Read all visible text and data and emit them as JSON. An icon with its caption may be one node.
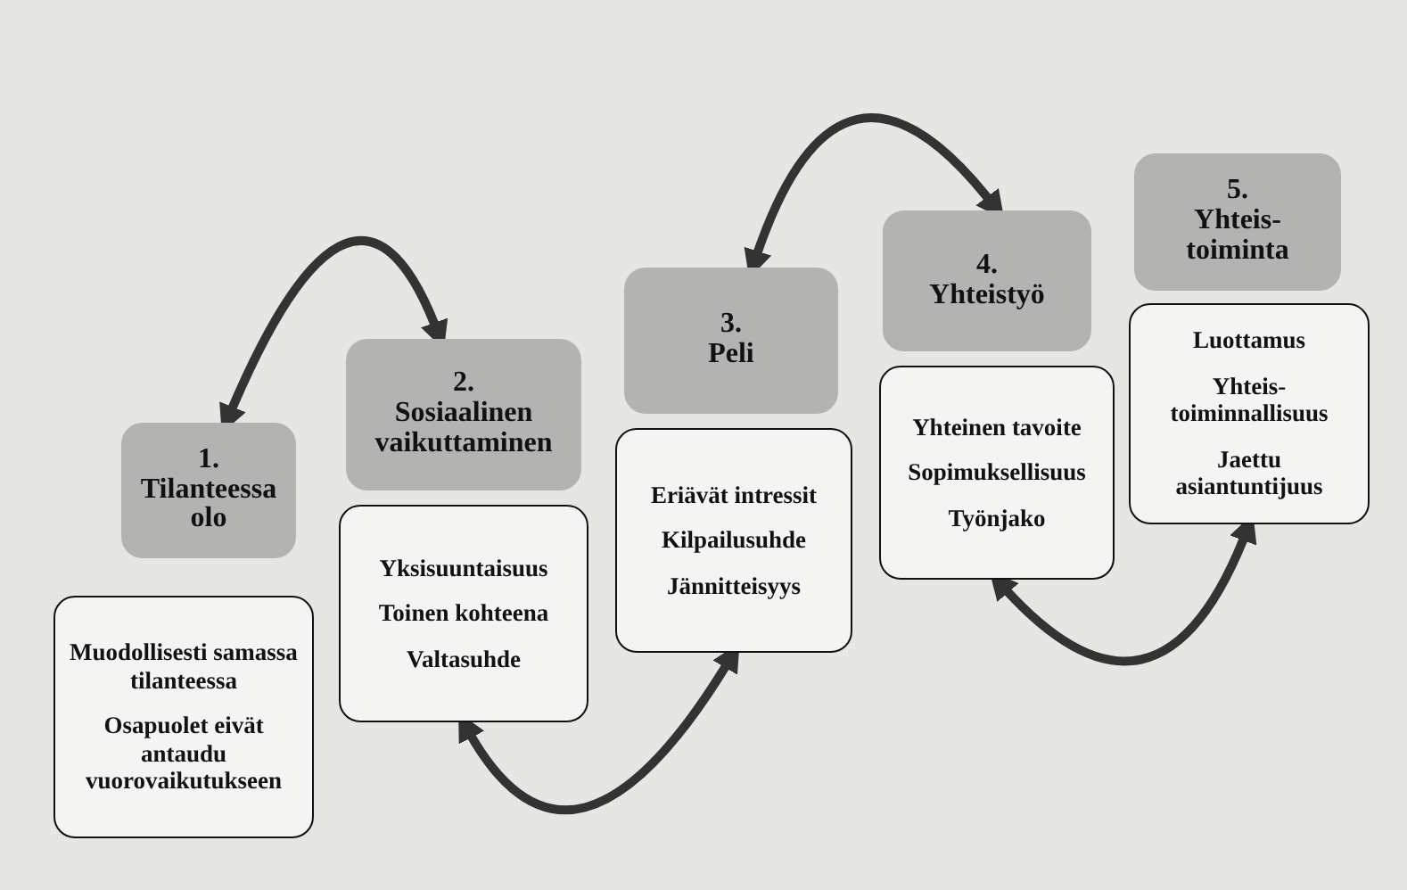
{
  "diagram": {
    "nodes": [
      {
        "text": [
          "1.",
          "Tilanteessa olo"
        ]
      },
      {
        "text": [
          "Muodollisesti samassa tilanteessa",
          "Osapuolet eivät antaudu vuorovaikutukseen"
        ]
      },
      {
        "text": [
          "2.",
          "Sosiaalinen vaikuttaminen"
        ]
      },
      {
        "text": [
          "Yksisuuntaisuus",
          "Toinen kohteena",
          "Valtasuhde"
        ]
      },
      {
        "text": [
          "3.",
          "Peli"
        ]
      },
      {
        "text": [
          "Eriävät intressit",
          "Kilpailusuhde",
          "Jännitteisyys"
        ]
      },
      {
        "text": [
          "4.",
          "Yhteistyö"
        ]
      },
      {
        "text": [
          "Yhteinen tavoite",
          "Sopimuksellisuus",
          "Työnjako"
        ]
      },
      {
        "text": [
          "5.",
          "Yhteis- toiminta"
        ]
      },
      {
        "text": [
          "Luottamus",
          "Yhteis- toiminnallisuus",
          "Jaettu asiantuntijuus"
        ]
      }
    ],
    "edges": [
      {
        "from": 0,
        "to": 2,
        "arrow": "both"
      },
      {
        "from": 3,
        "to": 5,
        "arrow": "both"
      },
      {
        "from": 4,
        "to": 6,
        "arrow": "both"
      },
      {
        "from": 7,
        "to": 9,
        "arrow": "both"
      }
    ]
  }
}
